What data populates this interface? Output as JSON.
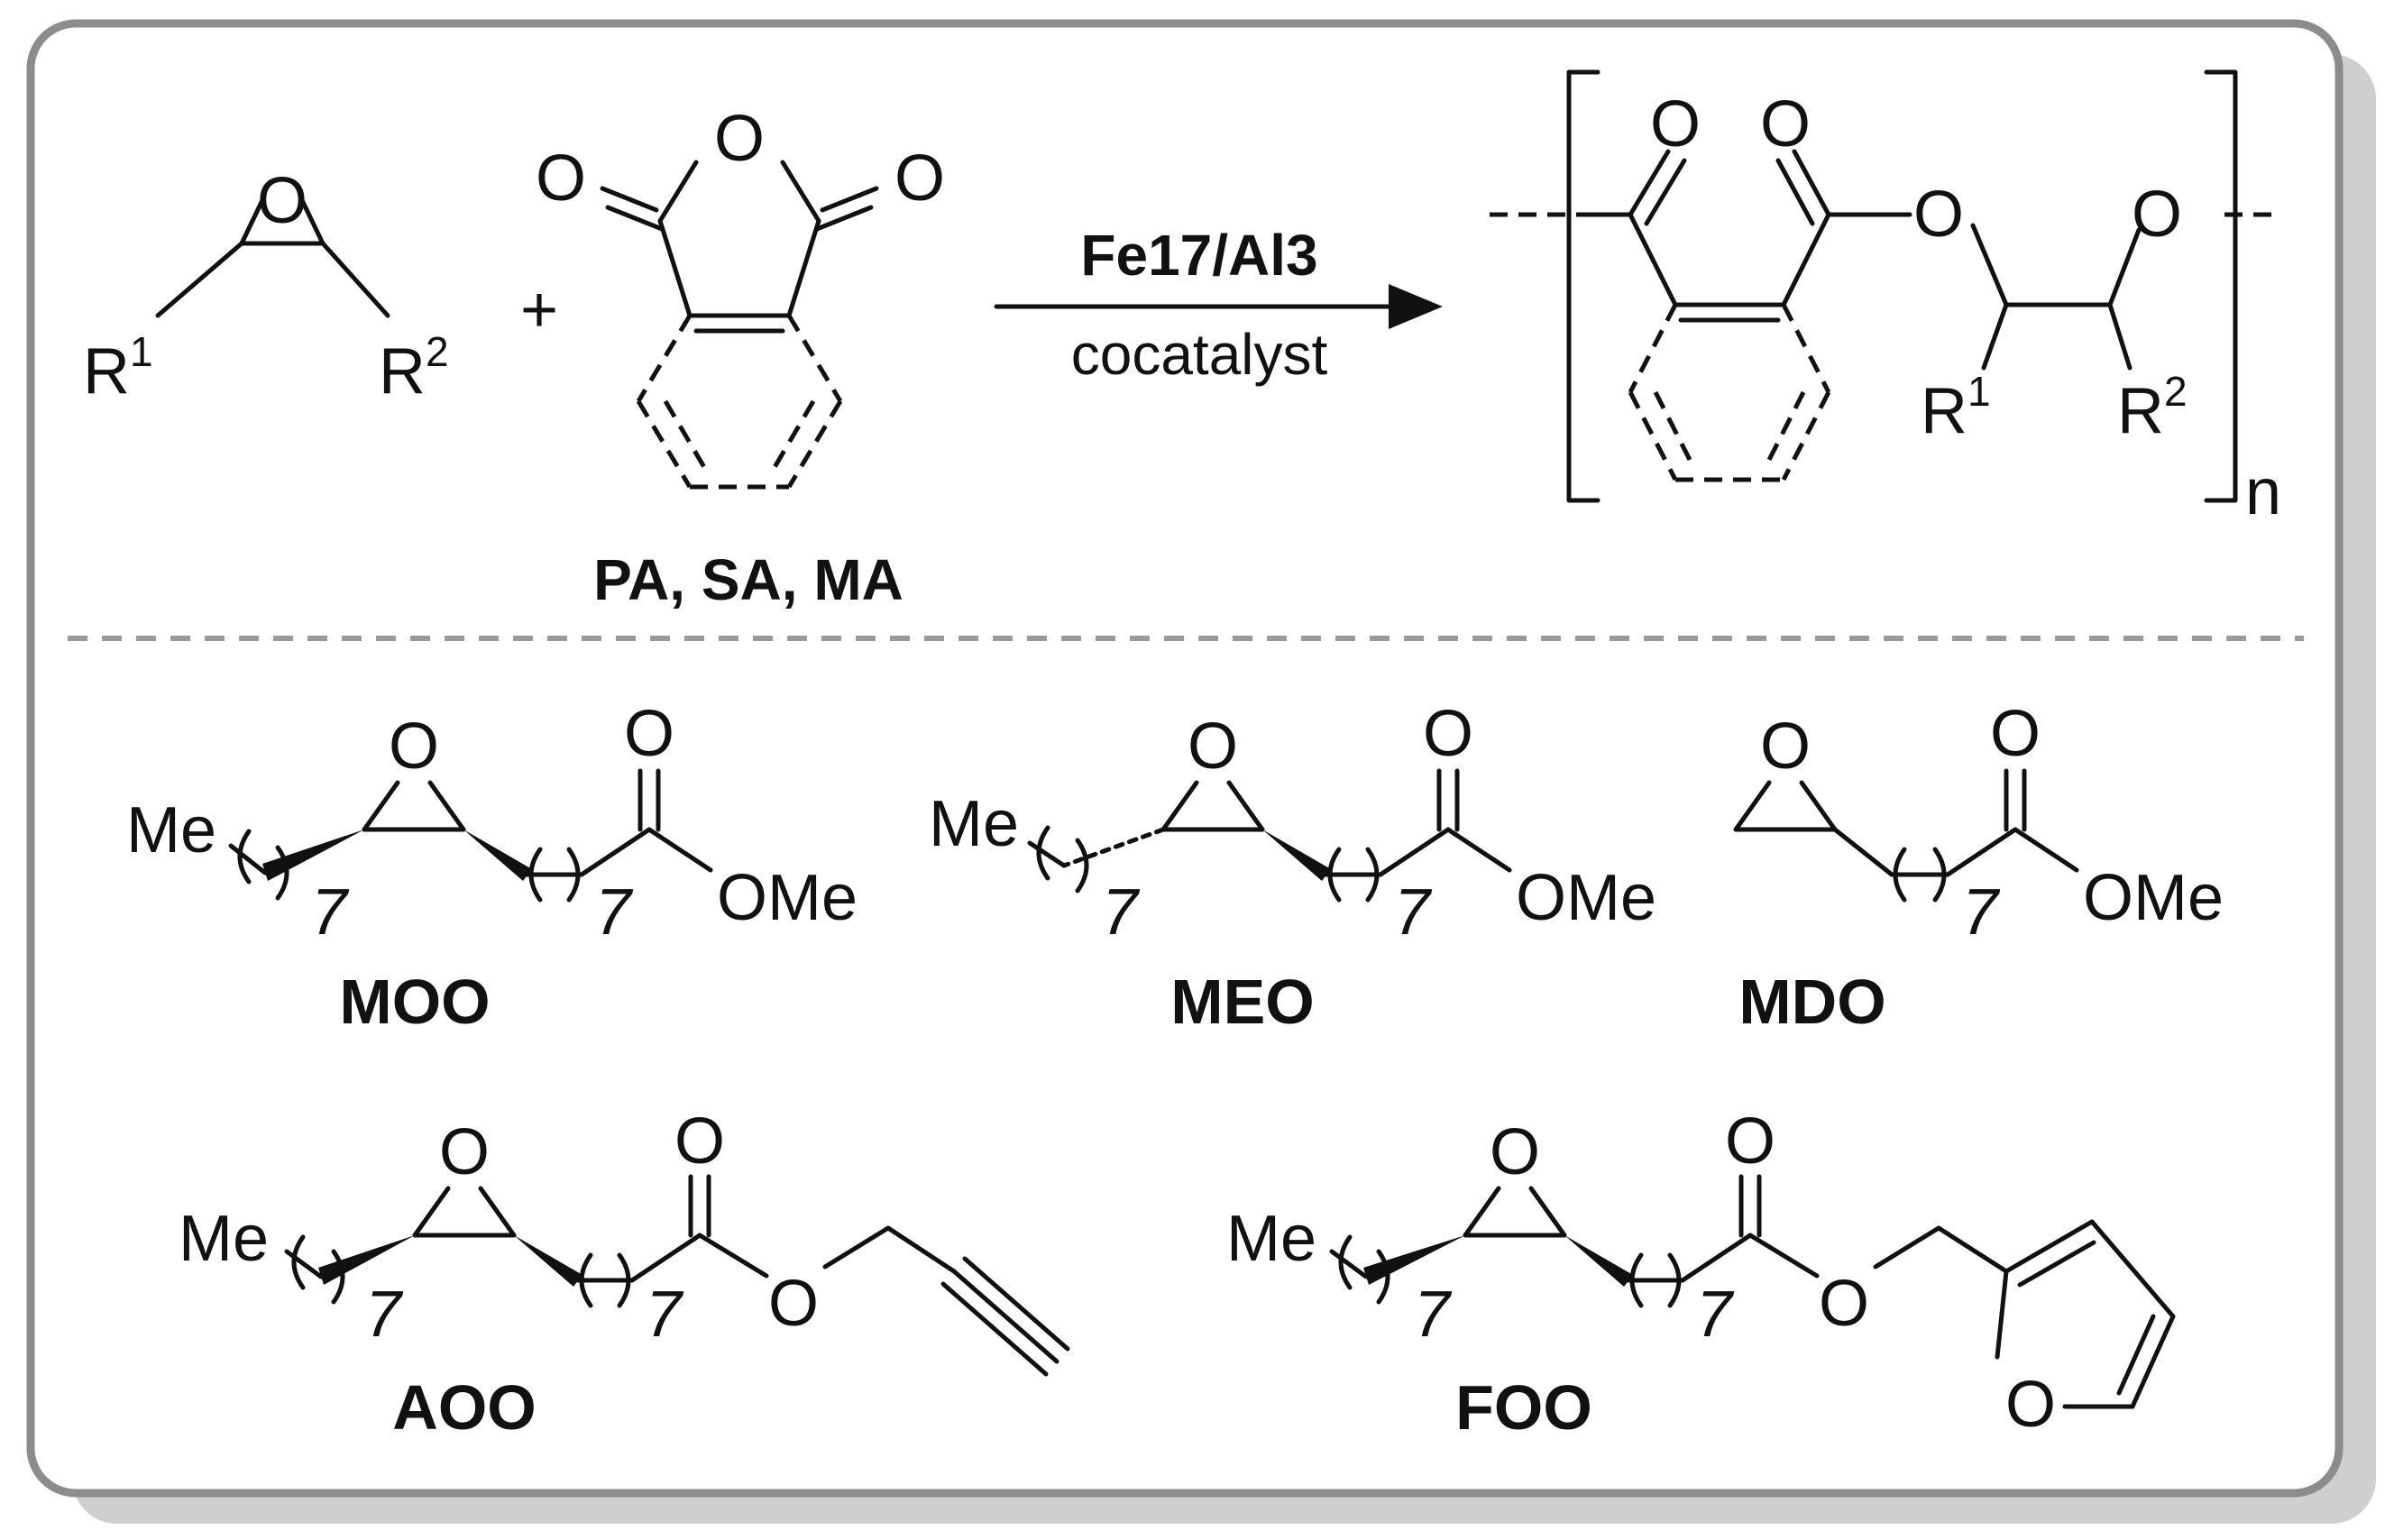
{
  "reaction": {
    "epoxide_substituent_1": "R",
    "epoxide_substituent_1_sup": "1",
    "epoxide_substituent_2": "R",
    "epoxide_substituent_2_sup": "2",
    "plus_sign": "+",
    "anhydride_labels": "PA, SA, MA",
    "catalyst": "Fe17/Al3",
    "cocatalyst": "cocatalyst",
    "repeat_index": "n"
  },
  "atoms": {
    "oxygen": "O",
    "methyl": "Me",
    "methoxy": "OMe",
    "chain_count": "7"
  },
  "monomers": [
    "MOO",
    "MEO",
    "MDO",
    "AOO",
    "FOO"
  ],
  "colors": {
    "panel_border": "#8c8c8c",
    "panel_shadow": "#cfcfcf",
    "divider": "#9a9a9a",
    "ink": "#111111"
  }
}
